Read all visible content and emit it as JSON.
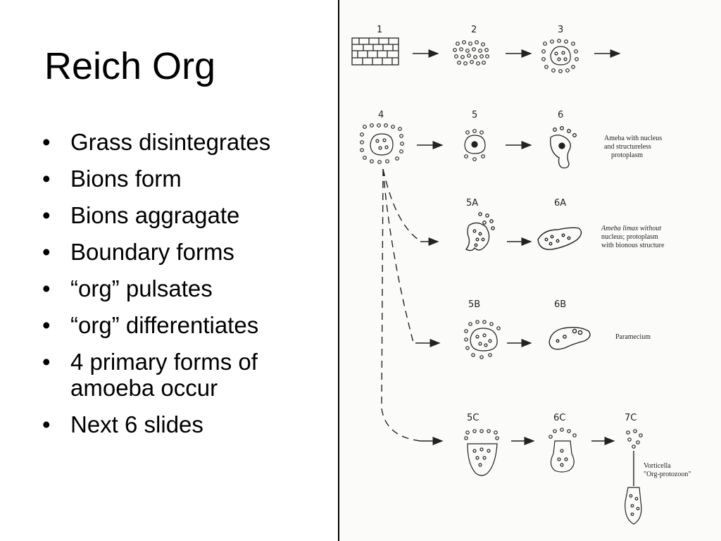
{
  "slide": {
    "title": "Reich Org",
    "bullets": [
      {
        "marker": "•",
        "text": "Grass disintegrates"
      },
      {
        "marker": "•",
        "text": "Bions form"
      },
      {
        "marker": "•",
        "text": "Bions aggragate"
      },
      {
        "marker": "•",
        "text": "Boundary forms"
      },
      {
        "marker": "•",
        "text": " “org” pulsates"
      },
      {
        "marker": "•",
        "text": " “org” differentiates"
      },
      {
        "marker": "•",
        "text": "4 primary forms of amoeba occur"
      },
      {
        "marker": "•",
        "text": "Next 6 slides"
      }
    ]
  },
  "figure": {
    "stage_labels": {
      "s1": "1",
      "s2": "2",
      "s3": "3",
      "s4": "4",
      "s5": "5",
      "s6": "6",
      "s5a": "5A",
      "s6a": "6A",
      "s5b": "5B",
      "s6b": "6B",
      "s5c": "5C",
      "s6c": "6C",
      "s7c": "7C"
    },
    "captions": {
      "row2_line1": "Ameba with nucleus",
      "row2_line2": "and structureless",
      "row2_line3": "protoplasm",
      "row3_line1": "Ameba limax without",
      "row3_line2": "nucleus; protoplasm",
      "row3_line3": "with bionous structure",
      "row4_line1": "Paramecium",
      "row5_line1": "Vorticella",
      "row5_line2": "\"Org-protozoon\""
    },
    "ink_color": "#222222",
    "paper_color": "#fbfbf9"
  }
}
